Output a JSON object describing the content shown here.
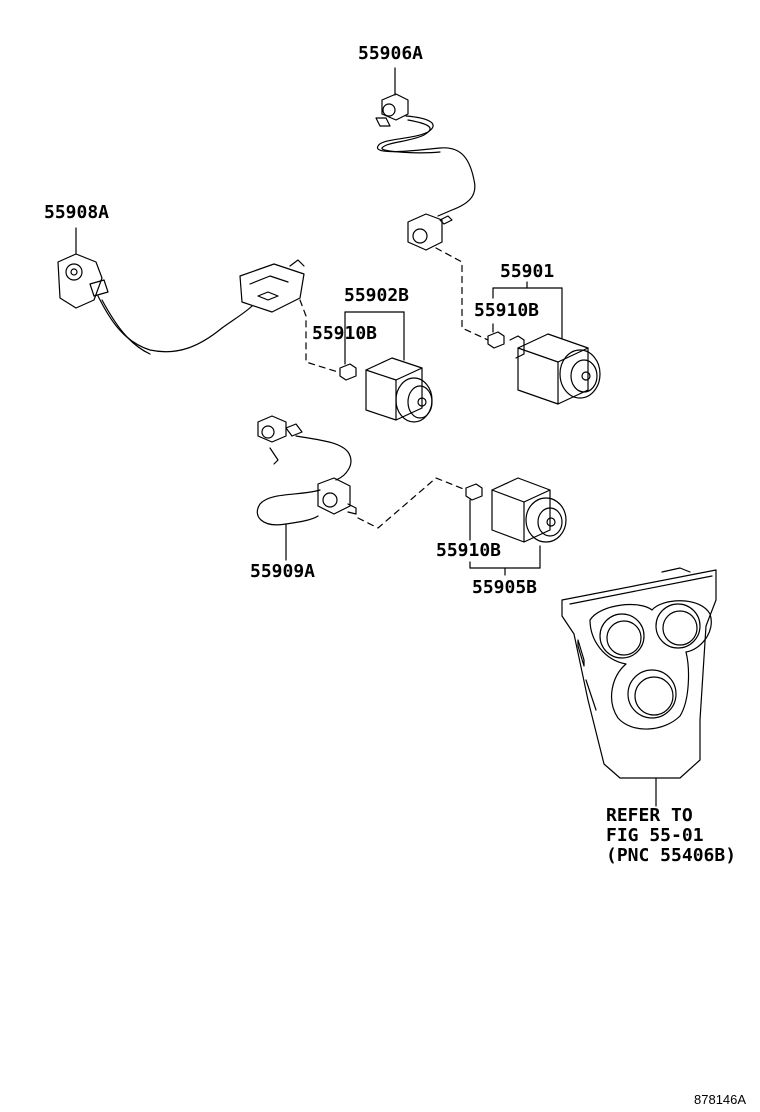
{
  "labels": {
    "p55906A": "55906A",
    "p55908A": "55908A",
    "p55901": "55901",
    "p55902B": "55902B",
    "p55910B_left": "55910B",
    "p55910B_right": "55910B",
    "p55910B_bottom": "55910B",
    "p55909A": "55909A",
    "p55905B": "55905B",
    "refer_line1": "REFER TO",
    "refer_line2": "FIG 55-01",
    "refer_line3": "(PNC 55406B)",
    "figure_id": "878146A"
  }
}
